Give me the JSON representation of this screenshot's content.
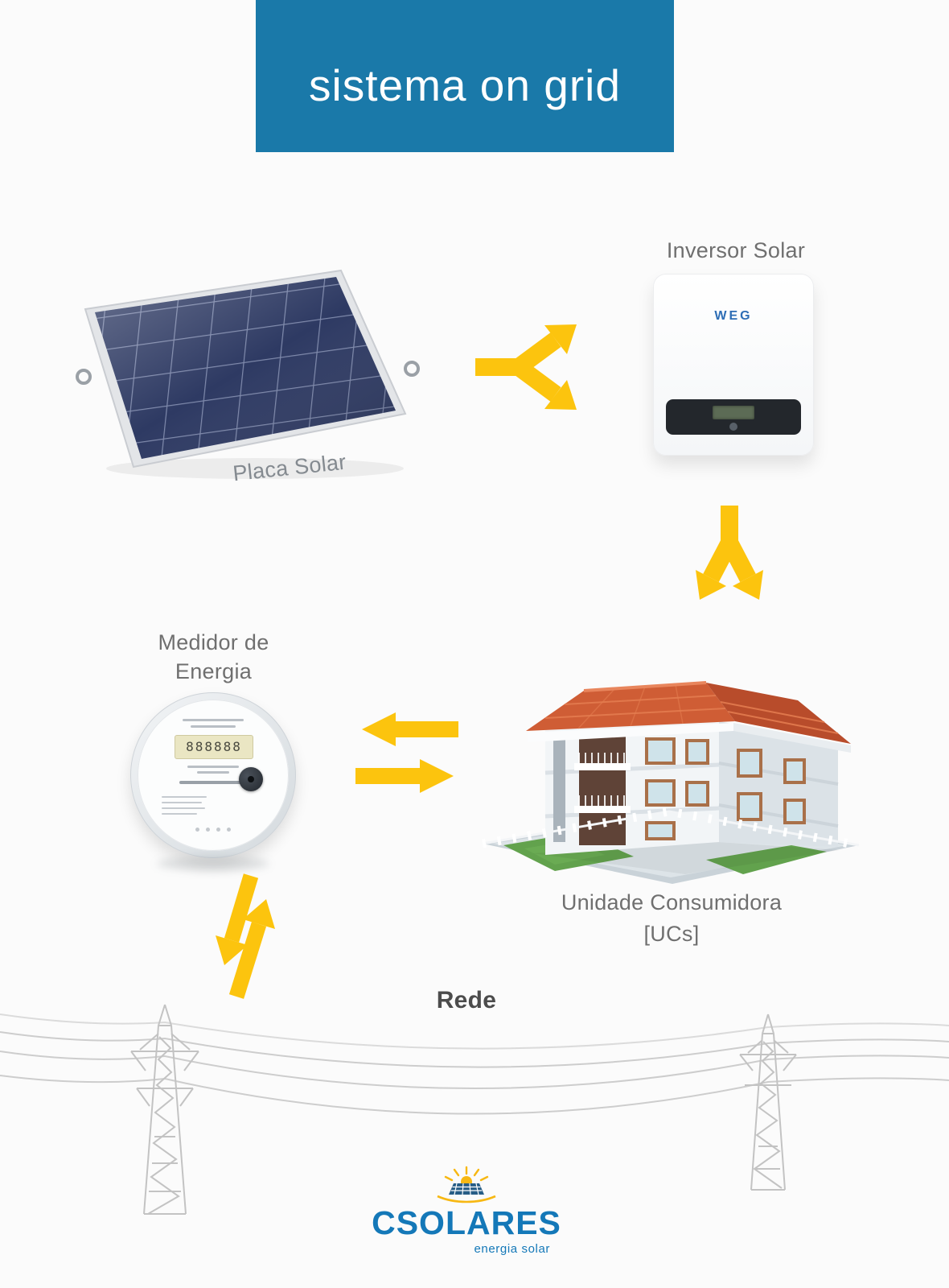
{
  "colors": {
    "header_bg": "#1a79a9",
    "arrow_yellow": "#fcc40e",
    "label_gray": "#6f6f6f",
    "brand_blue": "#1478b8",
    "roof_orange": "#cf5d35",
    "panel_navy": "#2e3a63"
  },
  "header": {
    "title": "sistema on grid"
  },
  "diagram": {
    "solar_panel_label": "Placa Solar",
    "inverter_label": "Inversor Solar",
    "inverter_brand": "WEG",
    "meter_label_line1": "Medidor de",
    "meter_label_line2": "Energia",
    "meter_display": "888888",
    "consumer_label_line1": "Unidade Consumidora",
    "consumer_label_line2": "[UCs]",
    "grid_label": "Rede"
  },
  "footer_logo": {
    "brand": "CSOLARES",
    "tagline": "energia solar"
  }
}
